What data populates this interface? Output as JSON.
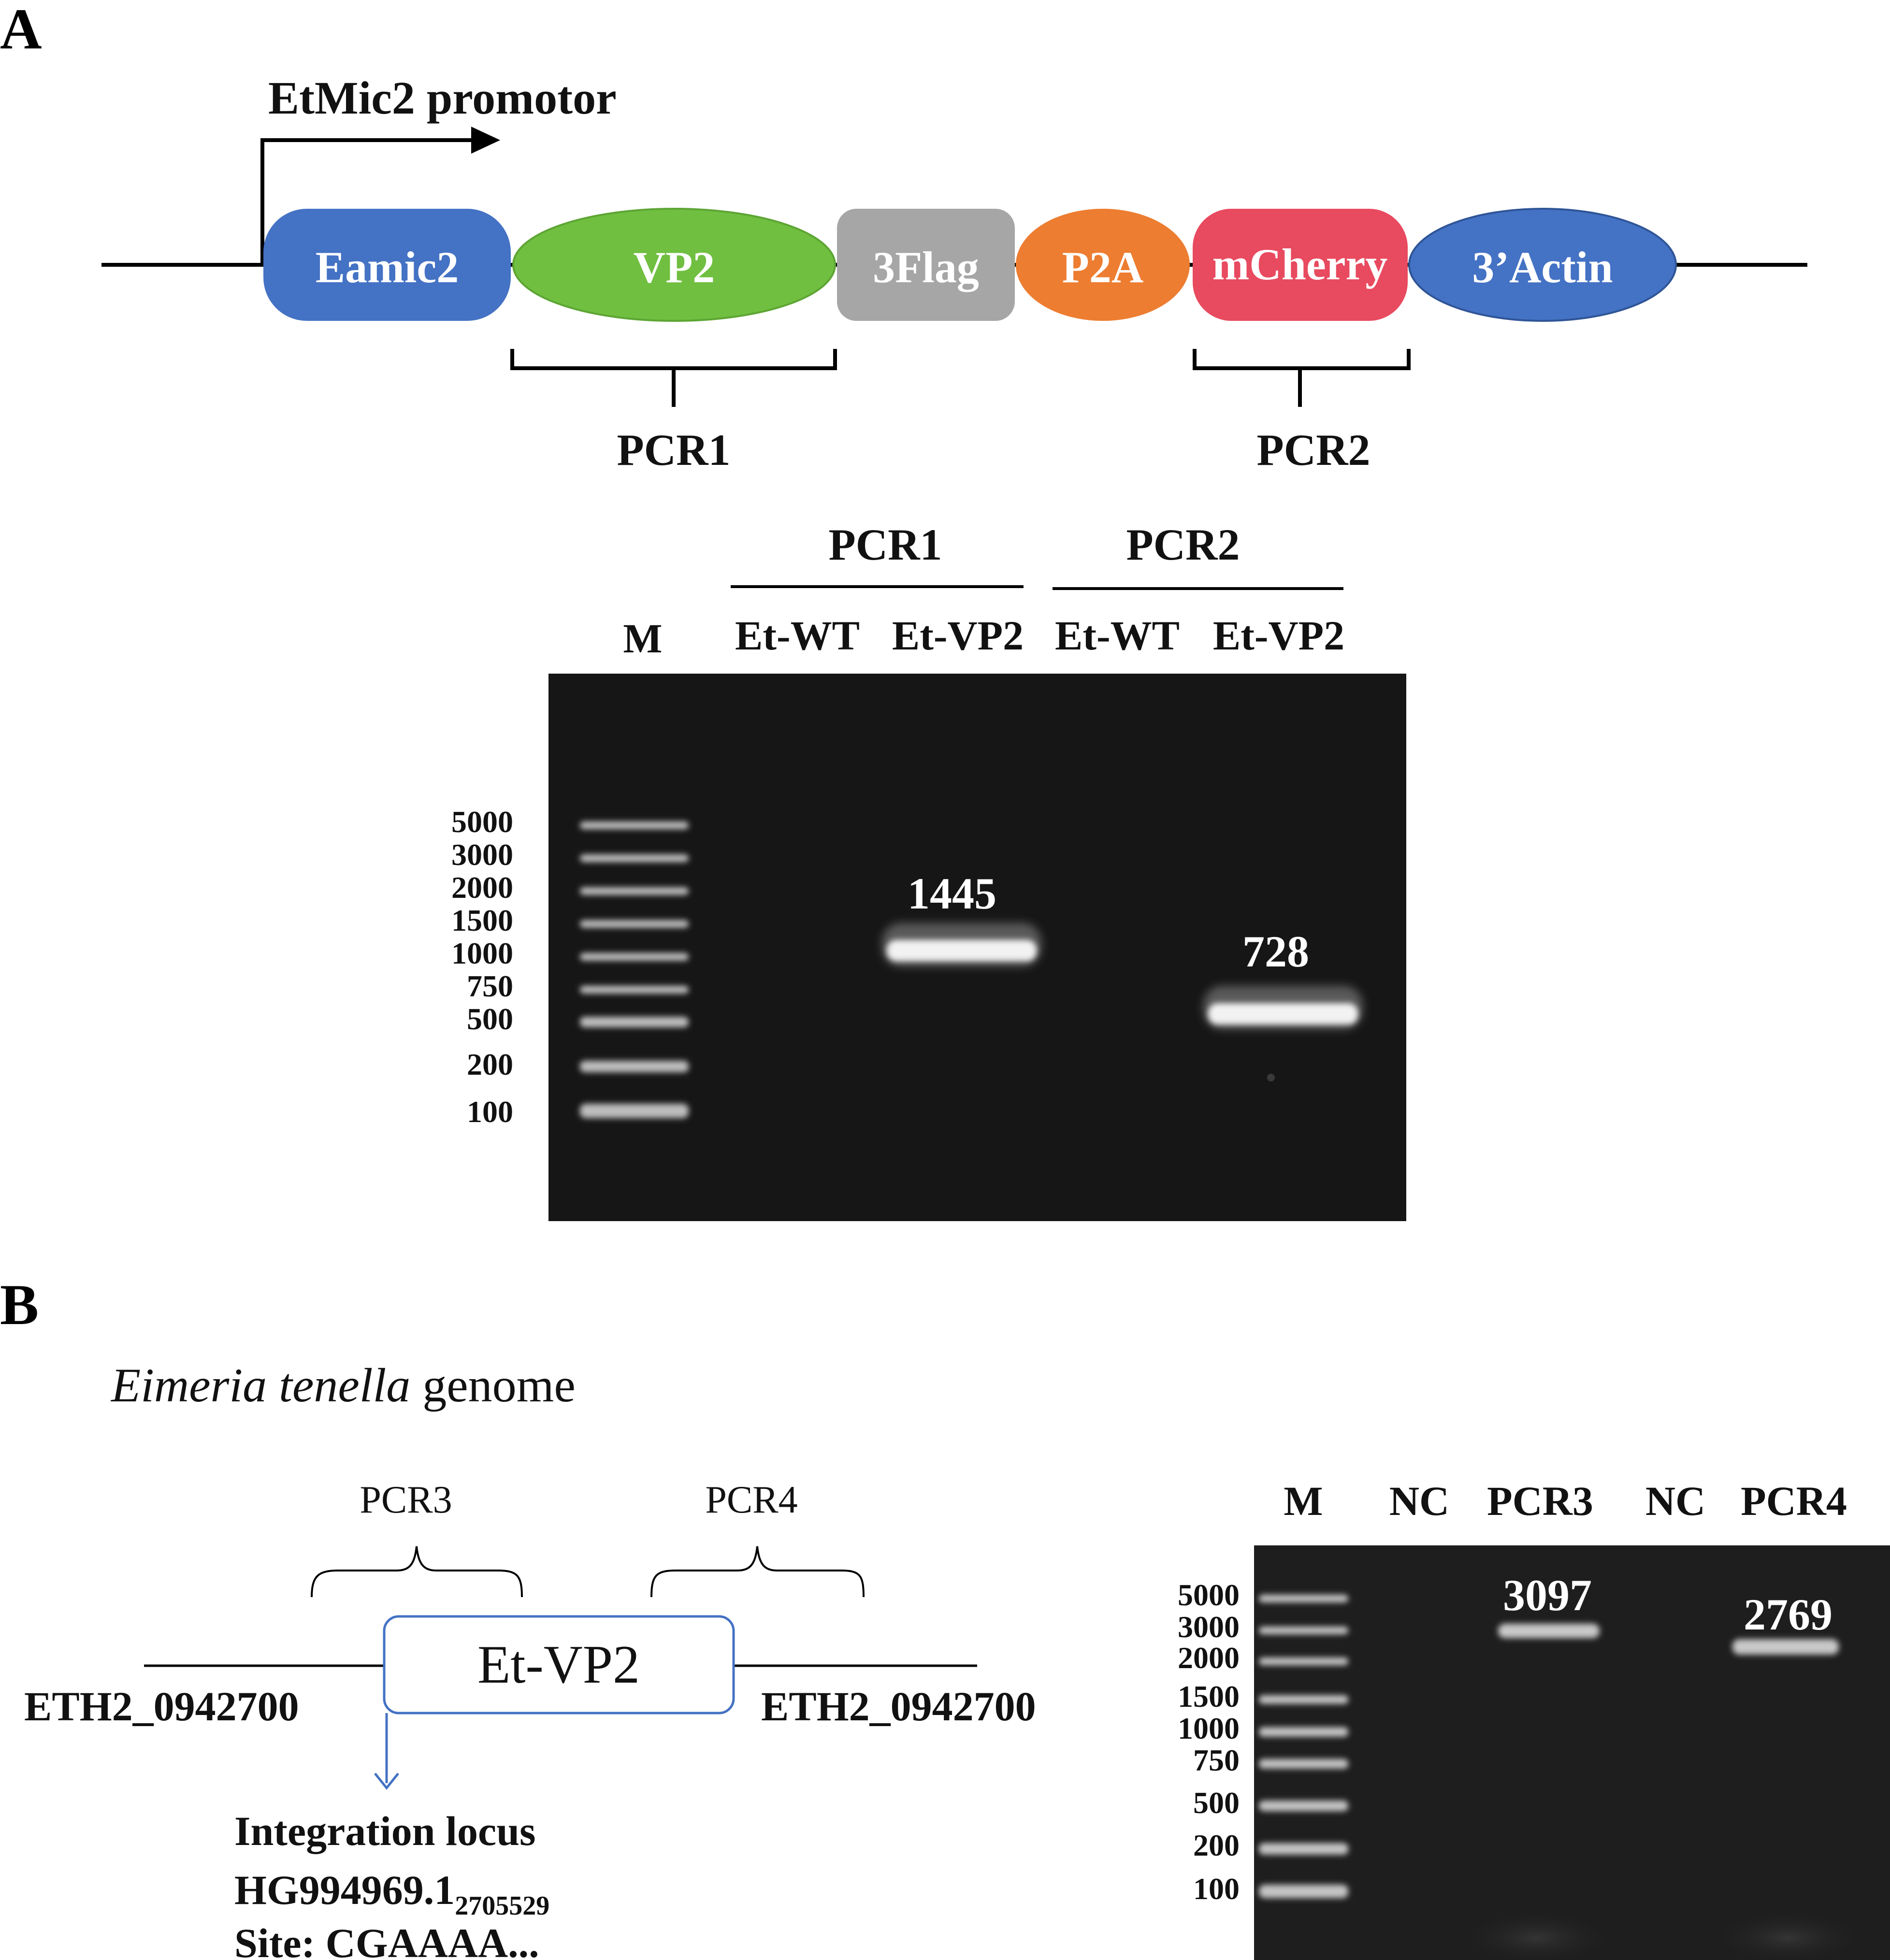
{
  "panel_a": {
    "label": "A",
    "promoter_label": "EtMic2 promotor",
    "modules": [
      {
        "label": "Eamic2",
        "color": "#4472C4"
      },
      {
        "label": "VP2",
        "color": "#70BF41"
      },
      {
        "label": "3Flag",
        "color": "#A6A6A6"
      },
      {
        "label": "P2A",
        "color": "#ED7D31"
      },
      {
        "label": "mCherry",
        "color": "#E84A5F"
      },
      {
        "label": "3’Actin",
        "color": "#4472C4"
      }
    ],
    "brackets": [
      {
        "label": "PCR1"
      },
      {
        "label": "PCR2"
      }
    ],
    "gel": {
      "group_labels": [
        "PCR1",
        "PCR2"
      ],
      "lane_labels": [
        "M",
        "Et-WT",
        "Et-VP2",
        "Et-WT",
        "Et-VP2"
      ],
      "ladder_sizes": [
        "5000",
        "3000",
        "2000",
        "1500",
        "1000",
        "750",
        "500",
        "200",
        "100"
      ],
      "band_labels": [
        "1445",
        "728"
      ]
    }
  },
  "panel_b": {
    "label": "B",
    "genome_title_italic": "Eimeria tenella",
    "genome_title_rest": " genome",
    "brackets": [
      {
        "label": "PCR3"
      },
      {
        "label": "PCR4"
      }
    ],
    "insert_label": "Et-VP2",
    "flank_left": "ETH2_0942700",
    "flank_right": "ETH2_0942700",
    "locus_title": "Integration locus",
    "locus_accession": "HG994969.1",
    "locus_position": "2705529",
    "locus_site": "Site: CGAAAA...",
    "gel": {
      "lane_labels": [
        "M",
        "NC",
        "PCR3",
        "NC",
        "PCR4"
      ],
      "ladder_sizes": [
        "5000",
        "3000",
        "2000",
        "1500",
        "1000",
        "750",
        "500",
        "200",
        "100"
      ],
      "band_labels": [
        "3097",
        "2769"
      ]
    }
  }
}
